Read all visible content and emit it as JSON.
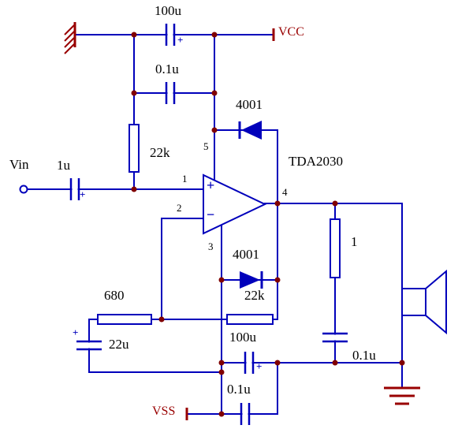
{
  "schematic": {
    "kind": "audio power amplifier circuit",
    "ic_name": "TDA2030"
  },
  "colors": {
    "wire": "#0000BB",
    "junction_dot": "#800000",
    "power_label": "#990000",
    "text": "#000000",
    "component_fill": "#FFFFFF"
  },
  "labels": {
    "vin": "Vin",
    "c_input": "1u",
    "c_bulk_top": "100u",
    "c_bypass_top": "0.1u",
    "r_bias": "22k",
    "d_top": "4001",
    "ic": "TDA2030",
    "d_bottom": "4001",
    "r_feedback": "22k",
    "r_shunt": "680",
    "c_shunt": "22u",
    "c_bulk_bottom": "100u",
    "c_bypass_bottom": "0.1u",
    "r_zobel": "1",
    "c_zobel": "0.1u",
    "vcc": "VCC",
    "vss": "VSS",
    "plus": "+",
    "op_plus": "+",
    "op_minus": "−"
  },
  "pins": {
    "p1": "1",
    "p2": "2",
    "p3": "3",
    "p4": "4",
    "p5": "5"
  }
}
